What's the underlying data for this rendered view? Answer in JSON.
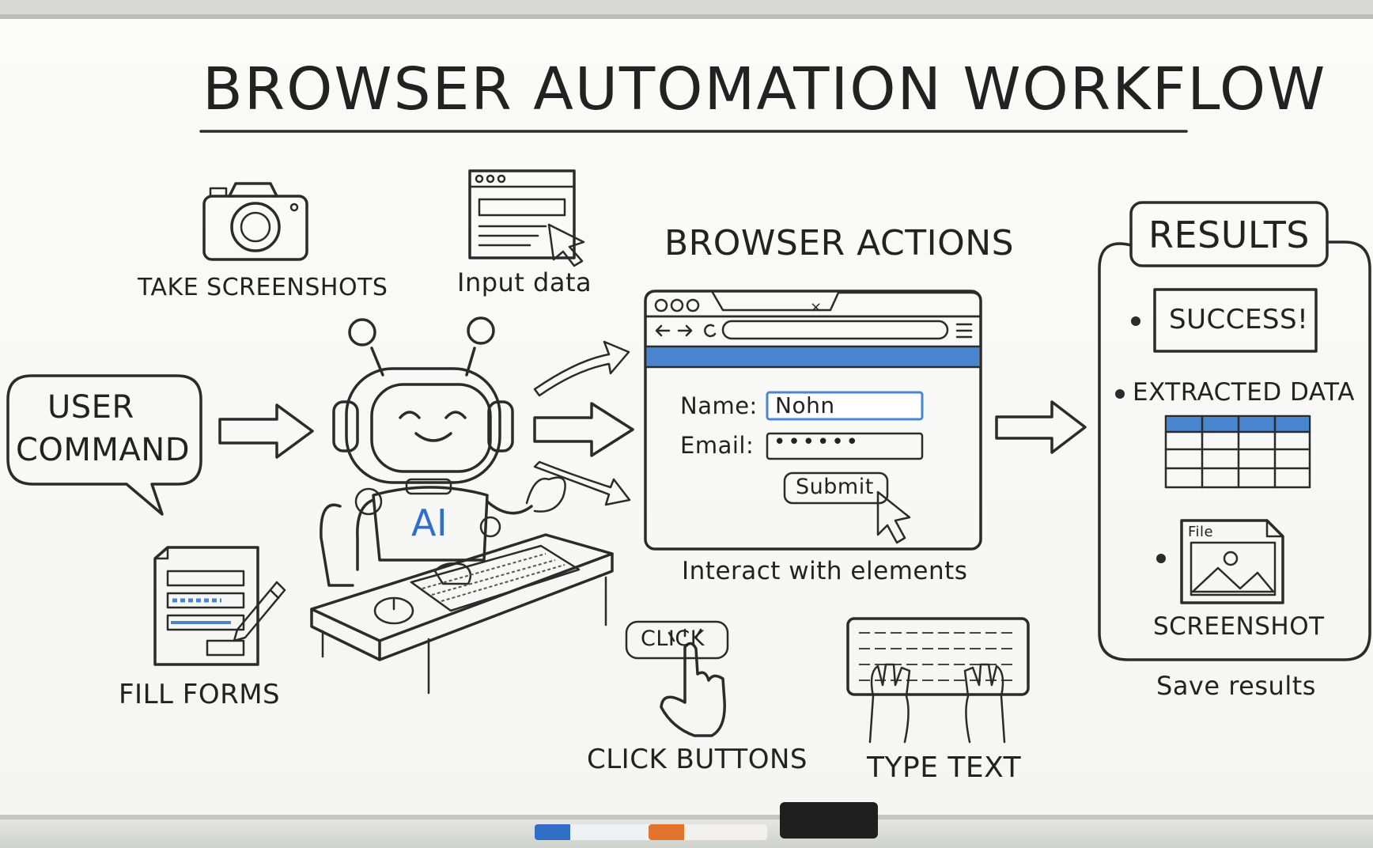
{
  "title": "BROWSER AUTOMATION WORKFLOW",
  "user_command": {
    "line1": "USER",
    "line2": "COMMAND"
  },
  "take_screenshots": "TAKE SCREENSHOTS",
  "input_data": "Input data",
  "fill_forms": "FILL FORMS",
  "robot_chest": "AI",
  "browser_actions": {
    "heading": "BROWSER ACTIONS",
    "name_label": "Name:",
    "name_value": "Nohn",
    "email_label": "Email:",
    "email_value": "••••••",
    "submit": "Submit",
    "close_glyph": "×",
    "caption": "Interact with elements"
  },
  "click_buttons": {
    "badge": "CLICK",
    "label": "CLICK BUTTONS"
  },
  "type_text": "TYPE TEXT",
  "results": {
    "heading": "RESULTS",
    "success": "SUCCESS!",
    "extracted": "EXTRACTED DATA",
    "file_tag": "File",
    "screenshot": "SCREENSHOT",
    "caption": "Save results"
  },
  "colors": {
    "blue": "#4a86cf",
    "orange": "#f0a04e",
    "ink": "#2b2b2b",
    "gray": "#cfcfcf"
  },
  "icons": [
    "camera-icon",
    "browser-window-icon",
    "cursor-icon",
    "speech-bubble-icon",
    "form-pencil-icon",
    "robot-icon",
    "keyboard-icon",
    "mouse-icon",
    "hand-pointer-icon",
    "typing-hands-icon",
    "table-icon",
    "image-file-icon",
    "arrow-right-icon"
  ]
}
